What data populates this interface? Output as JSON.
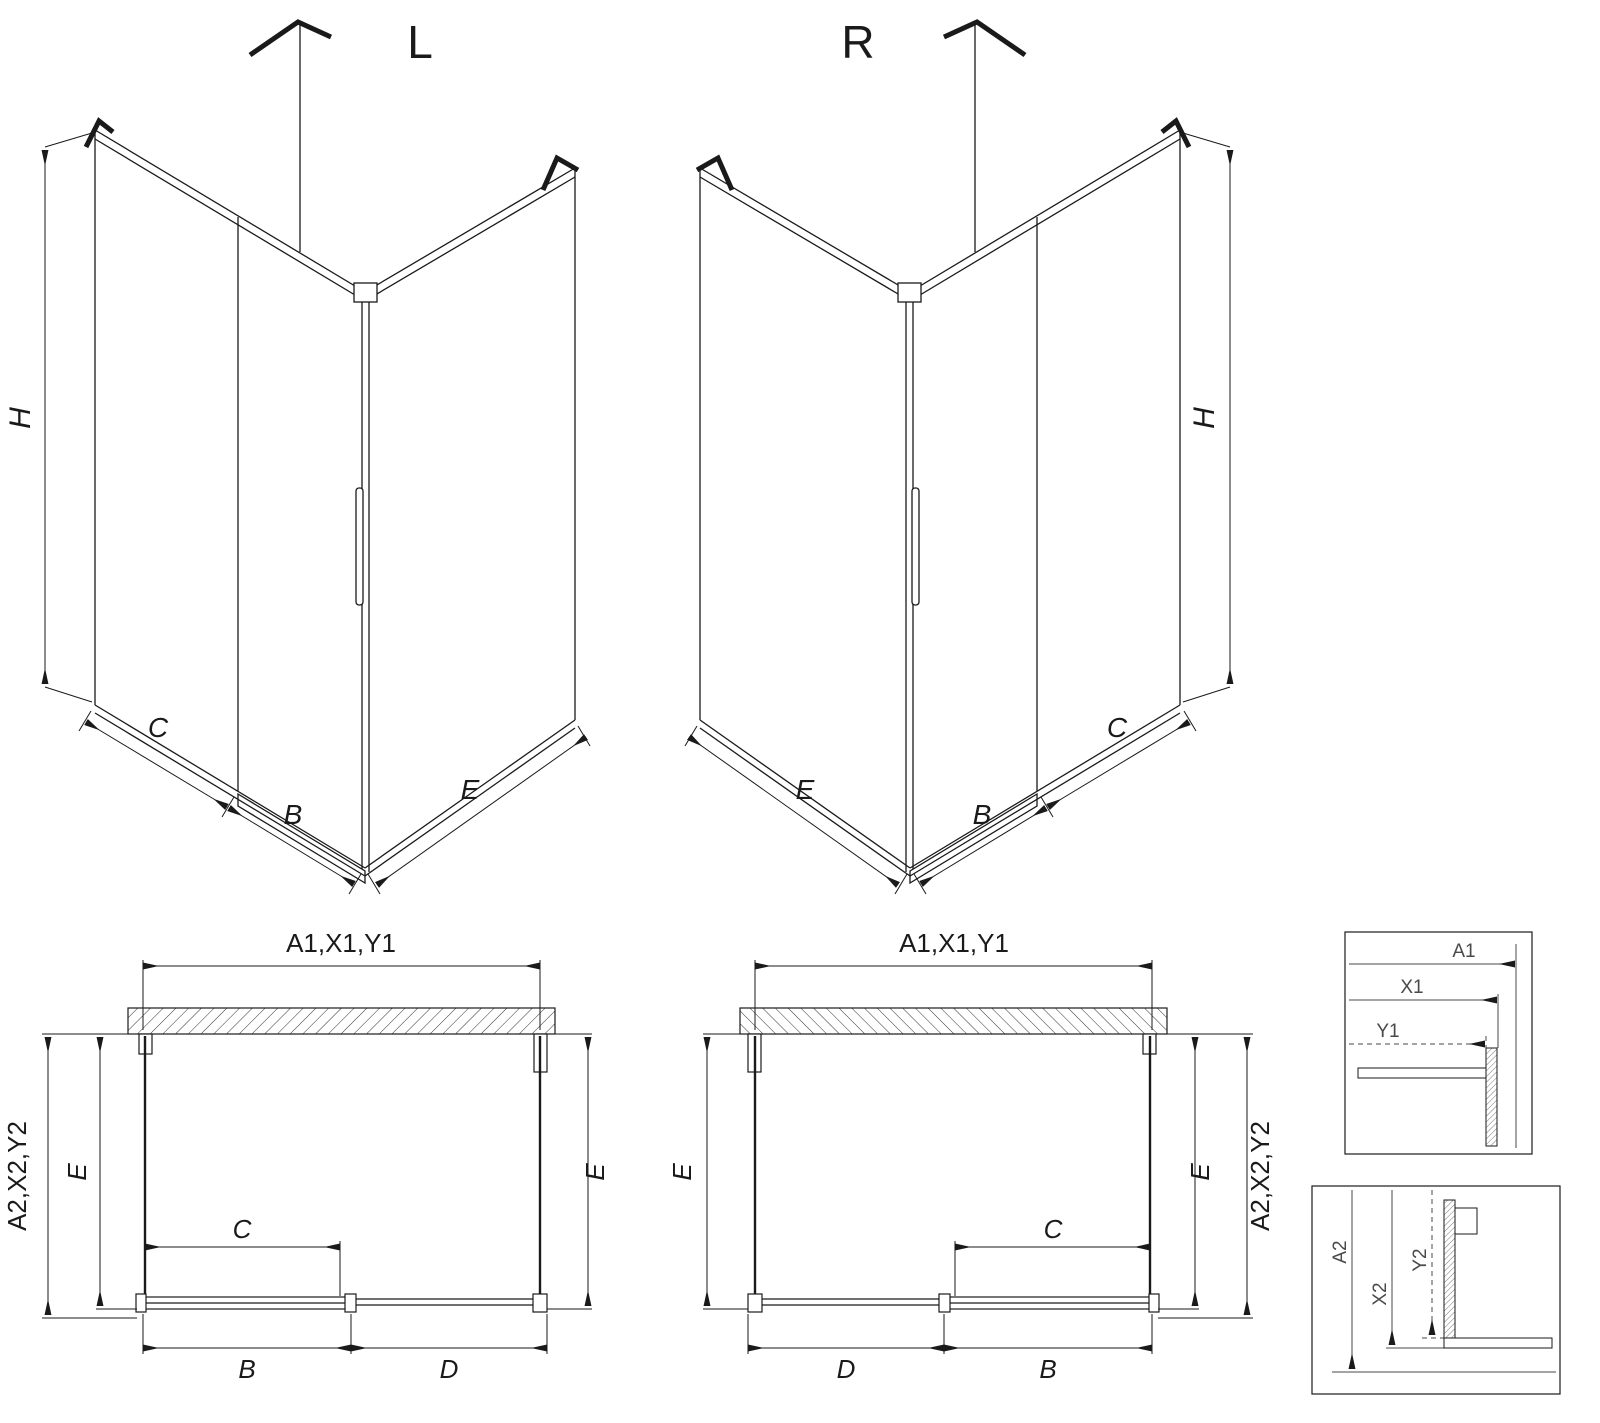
{
  "iso_left": {
    "variant_label": "L",
    "dim_height": "H",
    "dim_side": "C",
    "dim_door": "B",
    "dim_return": "E"
  },
  "iso_right": {
    "variant_label": "R",
    "dim_height": "H",
    "dim_side": "C",
    "dim_door": "B",
    "dim_return": "E"
  },
  "plan_left": {
    "dim_width_top": "A1,X1,Y1",
    "dim_depth_outer": "A2,X2,Y2",
    "dim_depth_left": "E",
    "dim_depth_right": "E",
    "dim_opening": "C",
    "dim_door_bottom": "B",
    "dim_fixed_bottom": "D"
  },
  "plan_right": {
    "dim_width_top": "A1,X1,Y1",
    "dim_depth_outer": "A2,X2,Y2",
    "dim_depth_left": "E",
    "dim_depth_right": "E",
    "dim_opening": "C",
    "dim_door_bottom": "B",
    "dim_fixed_bottom": "D"
  },
  "detail_top": {
    "dim_a": "A1",
    "dim_x": "X1",
    "dim_y": "Y1"
  },
  "detail_bottom": {
    "dim_a": "A2",
    "dim_x": "X2",
    "dim_y": "Y2"
  },
  "colors": {
    "line": "#1a1a1a",
    "detail_text": "#4a4a4a",
    "background": "#ffffff"
  }
}
